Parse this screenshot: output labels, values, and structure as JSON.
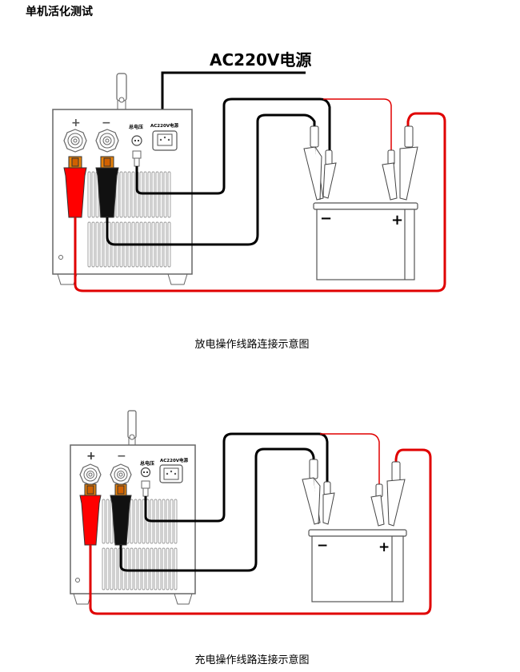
{
  "page": {
    "title": "单机活化测试"
  },
  "diagrams": [
    {
      "id": "discharge",
      "caption": "放电操作线路连接示意图",
      "power_label": "AC220V电源",
      "panel": {
        "plus_label": "+",
        "minus_label": "−",
        "voltage_port_label": "总电压",
        "ac_port_label": "AC220V电源"
      },
      "battery": {
        "minus_label": "−",
        "plus_label": "+"
      }
    },
    {
      "id": "charge",
      "caption": "充电操作线路连接示意图",
      "panel": {
        "plus_label": "+",
        "minus_label": "−",
        "voltage_port_label": "总电压",
        "ac_port_label": "AC220V电源"
      },
      "battery": {
        "minus_label": "−",
        "plus_label": "+"
      }
    }
  ],
  "colors": {
    "wire_black": "#000000",
    "wire_red": "#e00000",
    "clamp_red": "#ff0000",
    "clamp_black": "#111111",
    "connector_orange": "#e8820a",
    "outline": "#555555"
  }
}
